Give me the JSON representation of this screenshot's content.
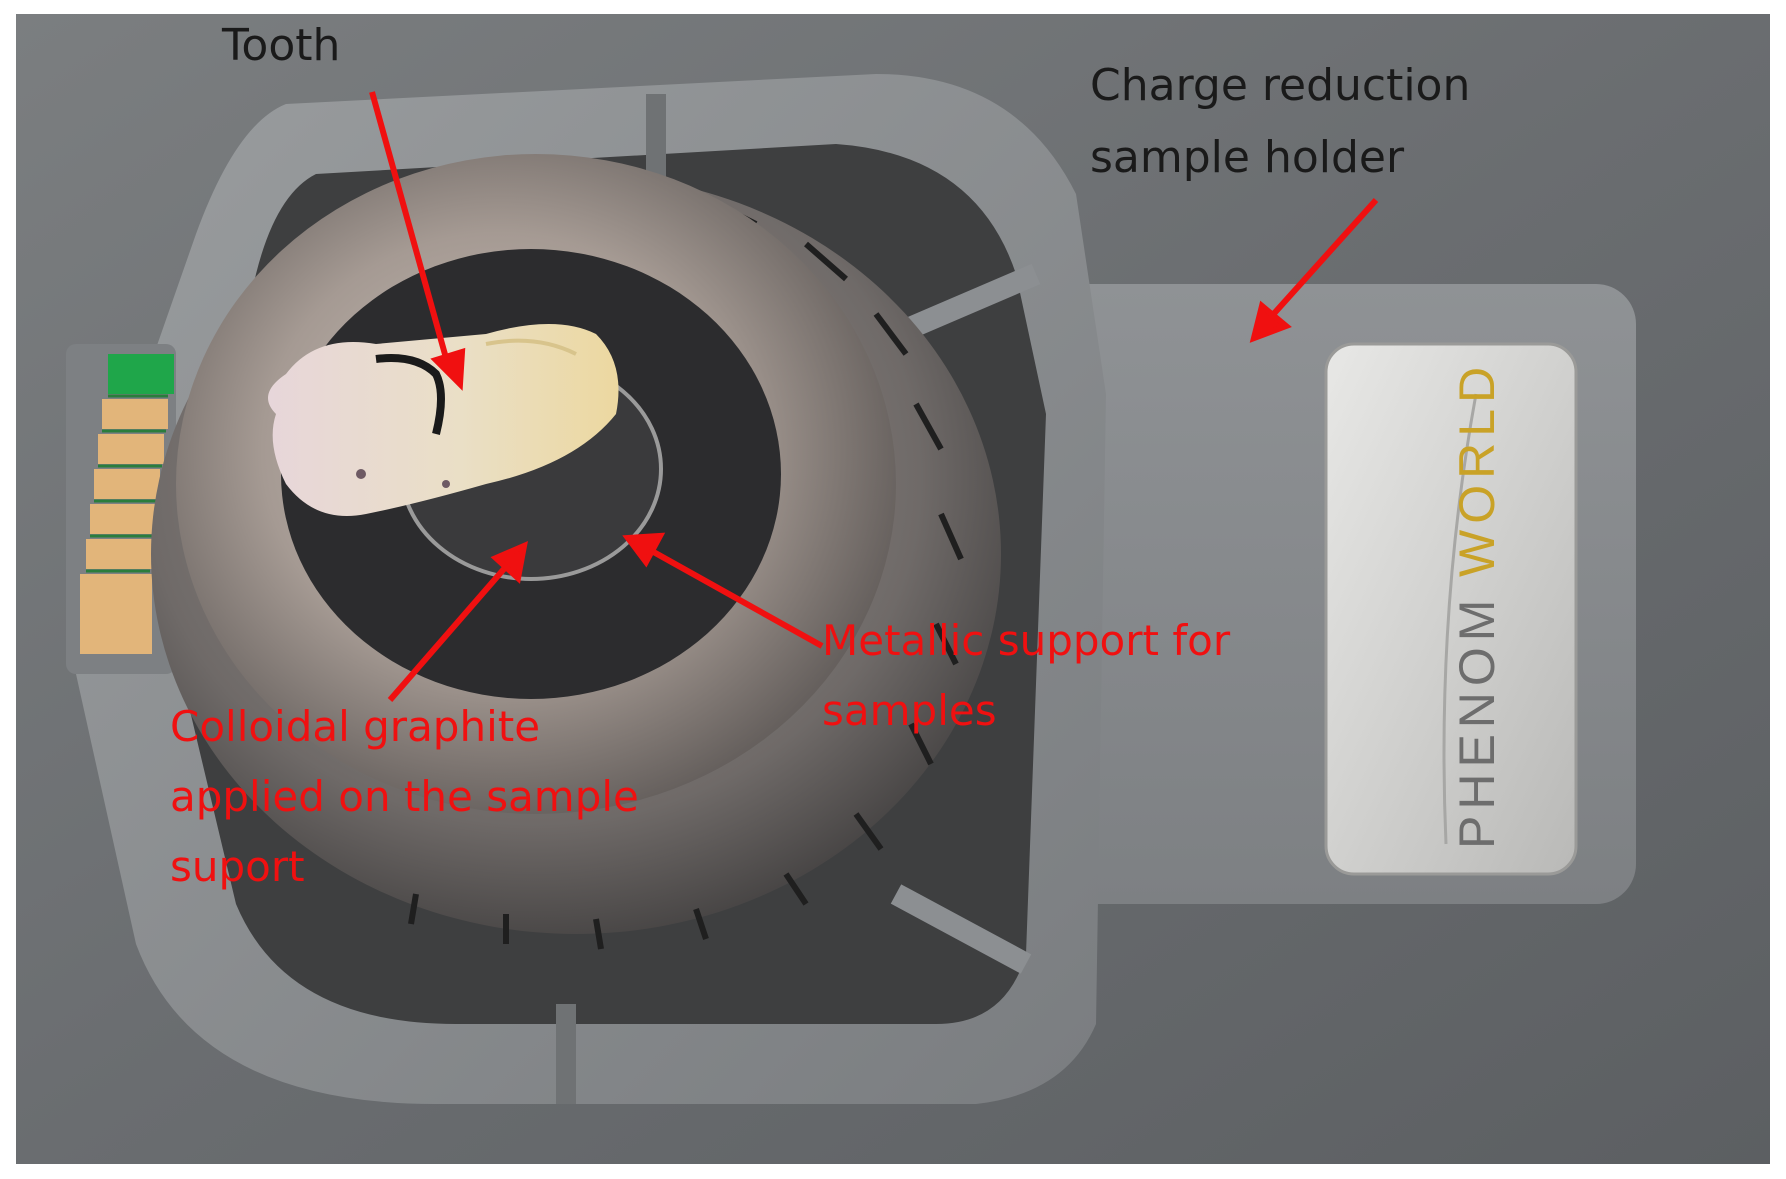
{
  "annotations": {
    "tooth": "Tooth",
    "holder": "Charge reduction\nsample holder",
    "metallic_support": "Metallic support for\nsamples",
    "graphite": "Colloidal graphite\napplied on the sample\nsuport"
  },
  "logo": {
    "part1": "PHENOM",
    "part2": "WORLD"
  },
  "colors": {
    "annotation_red": "#f01010",
    "background_gray": "#6e7173",
    "holder_gray": "#888b8e",
    "logo_gold": "#c9a227"
  }
}
